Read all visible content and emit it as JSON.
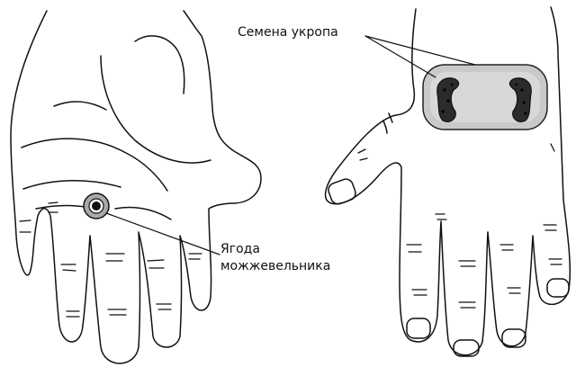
{
  "labels": {
    "dill_seeds": "Семена укропа",
    "juniper_line1": "Ягода",
    "juniper_line2": "можжевельника"
  },
  "colors": {
    "line": "#111111",
    "seed_patch": "#c9c9c9",
    "seed_patch_border": "#222222",
    "berry_ring": "#a9a9a9",
    "seed_dark": "#2b2b2b"
  }
}
